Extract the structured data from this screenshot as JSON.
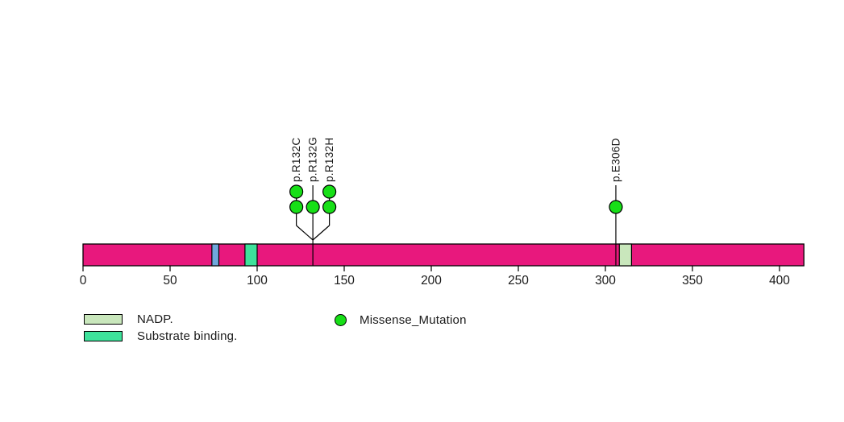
{
  "figure": {
    "background_color": "#ffffff"
  },
  "chart_data": {
    "type": "lollipop",
    "title": "",
    "protein_length": 414,
    "xlim": [
      0,
      414
    ],
    "axis_ticks": [
      0,
      50,
      100,
      150,
      200,
      250,
      300,
      350,
      400
    ],
    "backbone_color": "#E8187D",
    "mutation_color": "#17DF17",
    "line_color": "#000000",
    "domains": [
      {
        "label": "",
        "start": 74,
        "end": 78,
        "color": "#6FA8DC"
      },
      {
        "label": "Substrate binding.",
        "start": 93,
        "end": 100,
        "color": "#3EE29B"
      },
      {
        "label": "NADP.",
        "start": 308,
        "end": 315,
        "color": "#C9E7BC"
      }
    ],
    "mutations": [
      {
        "label": "p.R132C",
        "position": 132,
        "count": 2,
        "type": "Missense_Mutation"
      },
      {
        "label": "p.R132G",
        "position": 132,
        "count": 1,
        "type": "Missense_Mutation"
      },
      {
        "label": "p.R132H",
        "position": 132,
        "count": 2,
        "type": "Missense_Mutation"
      },
      {
        "label": "p.E306D",
        "position": 306,
        "count": 1,
        "type": "Missense_Mutation"
      }
    ],
    "legend": {
      "features": [
        {
          "label": "NADP.",
          "color": "#C9E7BC"
        },
        {
          "label": "Substrate binding.",
          "color": "#3EE29B"
        }
      ],
      "mutation_types": [
        {
          "label": "Missense_Mutation",
          "color": "#17DF17"
        }
      ]
    }
  }
}
